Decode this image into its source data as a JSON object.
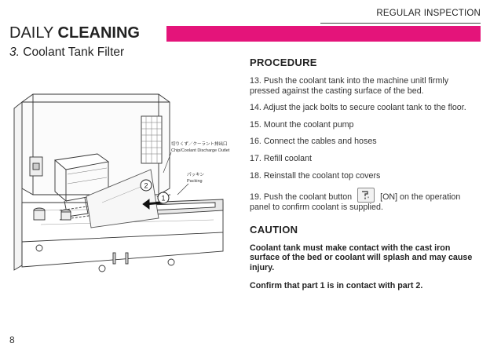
{
  "header": {
    "section_label": "REGULAR INSPECTION"
  },
  "title": {
    "light": "DAILY",
    "bold": "CLEANING"
  },
  "subtitle": {
    "number": "3.",
    "text": "Coolant Tank Filter"
  },
  "illustration": {
    "label_jp_outlet": "切りくず／クーラント排出口",
    "label_outlet": "Chip/Coolant Discharge Outlet",
    "label_jp_packing": "パッキン",
    "label_packing": "Packing",
    "callout_1": "1",
    "callout_2": "2"
  },
  "procedure": {
    "heading": "PROCEDURE",
    "steps": [
      "13. Push the coolant tank into the machine unitl firmly pressed against the casting surface of the bed.",
      "14. Adjust the jack bolts to secure coolant tank to the floor.",
      "15. Mount the coolant pump",
      "16. Connect the cables and hoses",
      "17. Refill coolant",
      "18. Reinstall the coolant top covers"
    ],
    "step19_before": "19. Push the coolant button",
    "step19_after": "[ON] on the operation panel to confirm coolant is supplied.",
    "step19_icon": "coolant-button-icon"
  },
  "caution": {
    "heading": "CAUTION",
    "text1": "Coolant tank must make contact with the cast iron surface of the bed or coolant will splash and may cause injury.",
    "text2": "Confirm that part 1 is in contact with part 2."
  },
  "page_number": "8",
  "colors": {
    "accent": "#e4147a",
    "text": "#222222"
  }
}
